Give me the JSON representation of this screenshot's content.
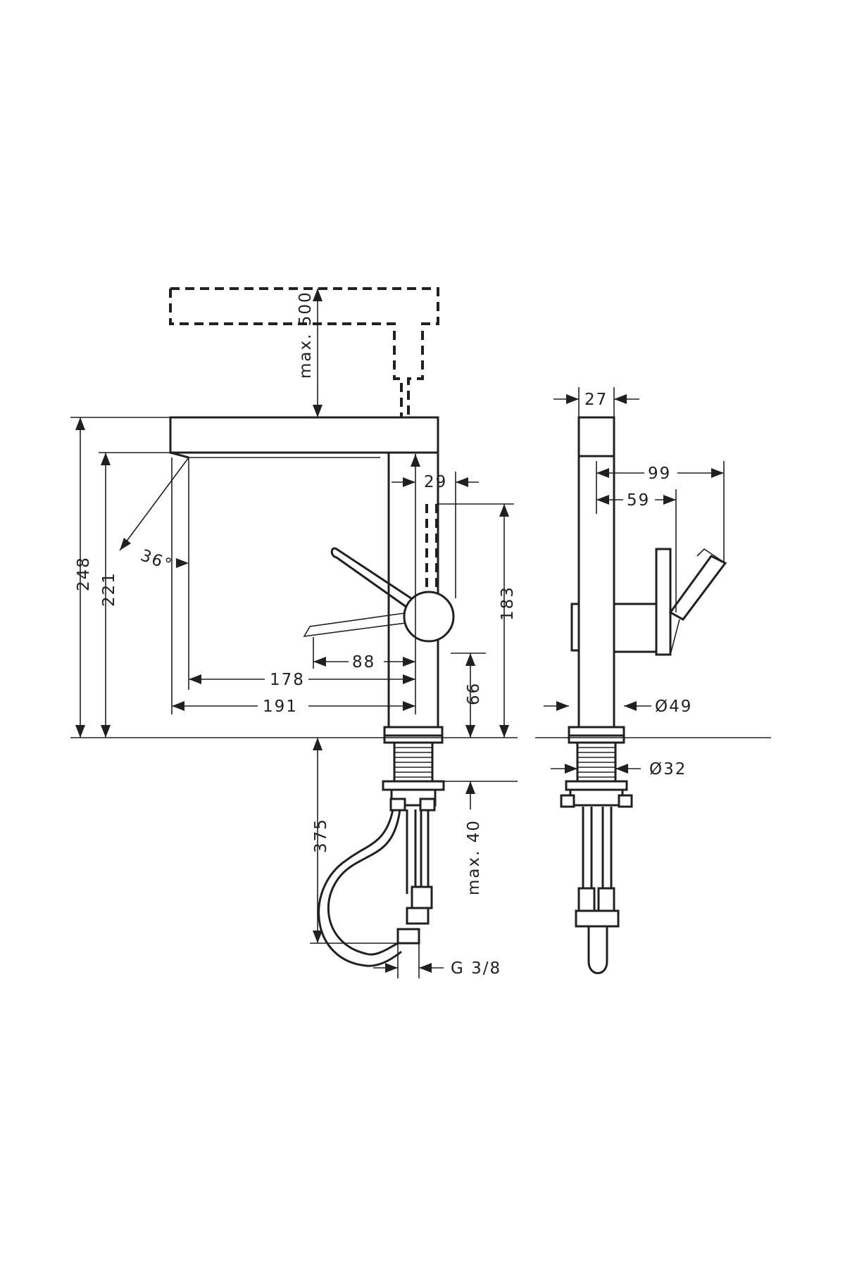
{
  "dimensions": {
    "max500": "max. 500",
    "d248": "248",
    "d221": "221",
    "angle": "36°",
    "d29": "29",
    "d183": "183",
    "d88": "88",
    "d178": "178",
    "d191": "191",
    "d66": "66",
    "d375": "375",
    "max40": "max. 40",
    "thread": "G 3/8",
    "d27": "27",
    "d99": "99",
    "d59": "59",
    "dia49": "Ø49",
    "dia32": "Ø32"
  }
}
